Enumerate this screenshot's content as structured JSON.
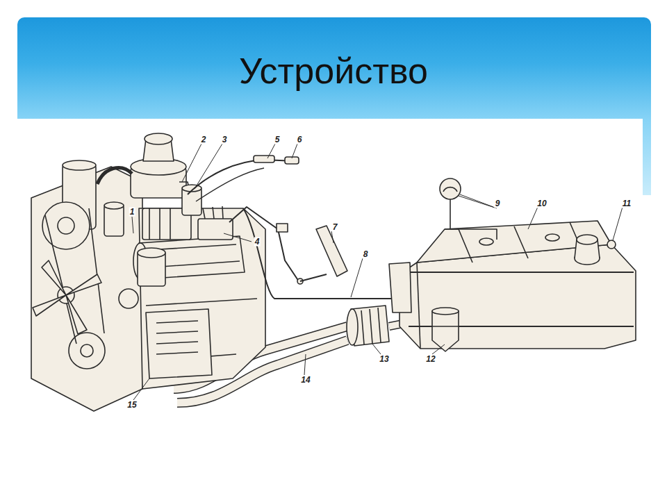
{
  "diagram": {
    "title": "Устройство",
    "labels": [
      "2",
      "3",
      "5",
      "6",
      "1",
      "4",
      "7",
      "8",
      "9",
      "10",
      "11",
      "12",
      "13",
      "14",
      "15"
    ]
  }
}
